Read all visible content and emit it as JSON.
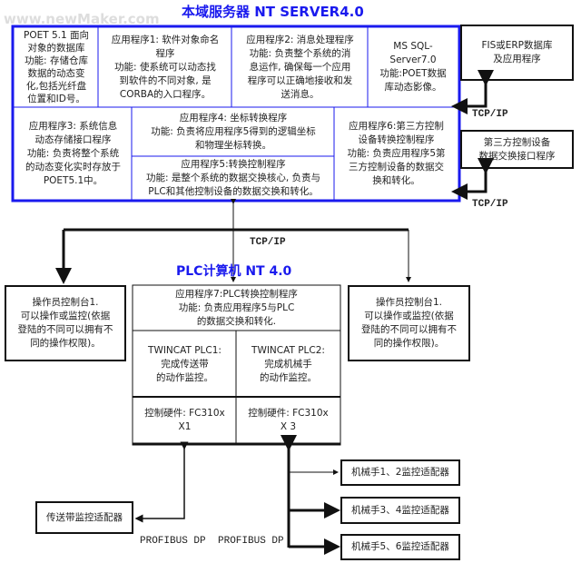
{
  "watermark": "www.newMaker.com",
  "server": {
    "title": "本域服务器 NT SERVER4.0",
    "poet": "POET 5.1 面向\n对象的数据库\n功能: 存储仓库\n数据的动态变\n化,包括光纤盘\n位置和ID号。",
    "app1": "应用程序1: 软件对象命名\n程序\n功能: 使系统可以动态找\n到软件的不同对象, 是\nCORBA的入口程序。",
    "app2": "应用程序2: 消息处理程序\n功能: 负责整个系统的消\n息运作, 确保每一个应用\n程序可以正确地接收和发\n送消息。",
    "sql": "MS SQL-\nServer7.0\n功能:POET数据\n库动态影像。",
    "app3": "应用程序3: 系统信息\n动态存储接口程序\n功能: 负责将整个系统\n的动态变化实时存放于\nPOET5.1中。",
    "app4": "应用程序4: 坐标转换程序\n功能: 负责将应用程序5得到的逻辑坐标\n和物理坐标转换。",
    "app5": "应用程序5:转换控制程序\n功能: 是整个系统的数据交换核心, 负责与\nPLC和其他控制设备的数据交换和转化。",
    "app6": "应用程序6:第三方控制\n设备转换控制程序\n功能: 负责应用程序5第\n三方控制设备的数据交\n换和转化。"
  },
  "external": {
    "erp": "FIS或ERP数据库\n及应用程序",
    "thirdparty": "第三方控制设备\n数据交换接口程序",
    "tcpip1": "TCP/IP",
    "tcpip2": "TCP/IP"
  },
  "network": {
    "tcpip": "TCP/IP"
  },
  "plc": {
    "title": "PLC计算机 NT 4.0",
    "app7": "应用程序7:PLC转换控制程序\n功能: 负责应用程序5与PLC\n的数据交换和转化.",
    "plc1": "TWINCAT PLC1:\n完成传送带\n的动作监控。",
    "plc2": "TWINCAT PLC2:\n完成机械手\n的动作监控。",
    "hw1": "控制硬件: FC310x\nX1",
    "hw2": "控制硬件: FC310x\nX 3"
  },
  "consoles": {
    "left": "操作员控制台1.\n可以操作或监控(依据\n登陆的不同可以拥有不\n同的操作权限)。",
    "right": "操作员控制台1.\n可以操作或监控(依据\n登陆的不同可以拥有不\n同的操作权限)。"
  },
  "field": {
    "conveyor": "传送带监控适配器",
    "profibus1": "PROFIBUS DP",
    "profibus2": "PROFIBUS DP",
    "robot12": "机械手1、2监控适配器",
    "robot34": "机械手3、4监控适配器",
    "robot56": "机械手5、6监控适配器"
  },
  "colors": {
    "accent": "#1a1aee",
    "line": "#111111"
  }
}
